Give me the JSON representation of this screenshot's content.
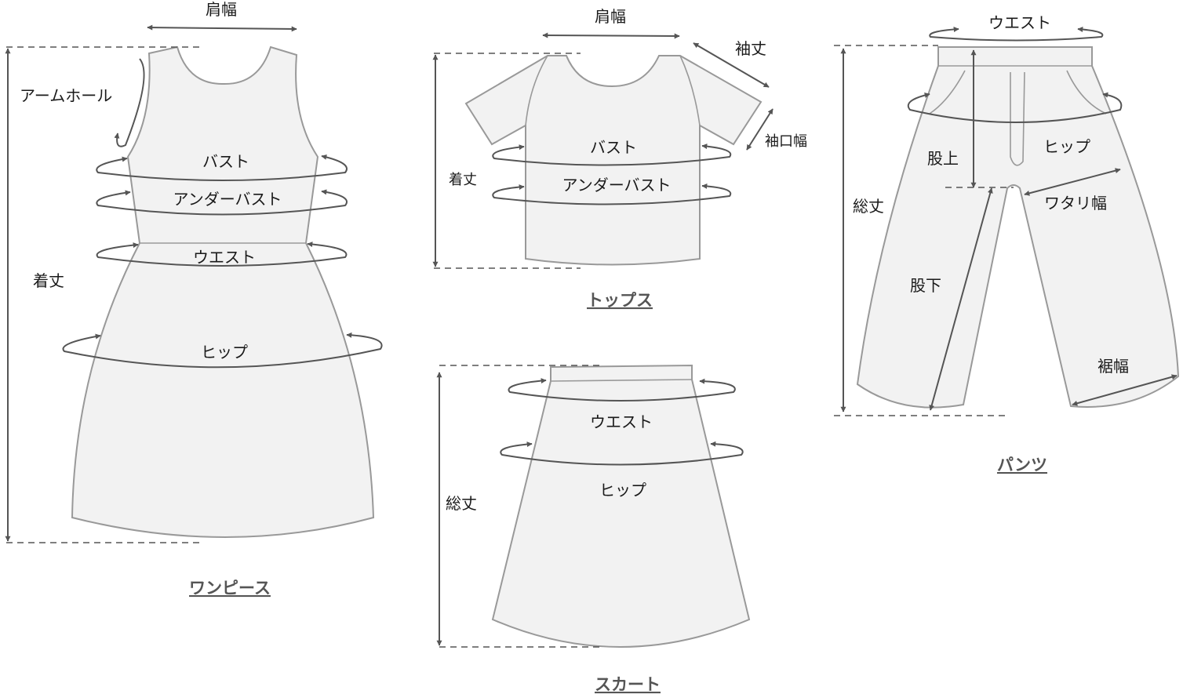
{
  "colors": {
    "garment_fill": "#f2f2f2",
    "garment_stroke": "#999999",
    "arrow": "#555555",
    "title": "#555555",
    "text": "#1a1a1a"
  },
  "onepiece": {
    "title": "ワンピース",
    "shoulder": "肩幅",
    "armhole": "アームホール",
    "bust": "バスト",
    "underbust": "アンダーバスト",
    "waist": "ウエスト",
    "hip": "ヒップ",
    "length": "着丈"
  },
  "tops": {
    "title": "トップス",
    "shoulder": "肩幅",
    "sleeve": "袖丈",
    "cuff": "袖口幅",
    "bust": "バスト",
    "underbust": "アンダーバスト",
    "length": "着丈"
  },
  "skirt": {
    "title": "スカート",
    "waist": "ウエスト",
    "hip": "ヒップ",
    "length": "総丈"
  },
  "pants": {
    "title": "パンツ",
    "waist": "ウエスト",
    "hip": "ヒップ",
    "rise": "股上",
    "thigh": "ワタリ幅",
    "total": "総丈",
    "inseam": "股下",
    "hem": "裾幅"
  }
}
